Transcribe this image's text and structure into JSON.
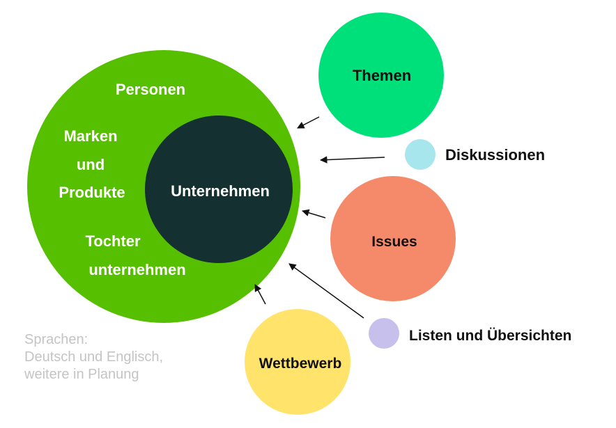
{
  "colors": {
    "outer_circle": "#56c000",
    "core_circle": "#143030",
    "themen": "#00e07a",
    "diskussionen": "#a6e6ec",
    "issues": "#f58a6a",
    "wettbewerb": "#ffe36a",
    "listen": "#c8c0ec",
    "arrow": "#111111",
    "light_text": "#ffffff",
    "dark_text": "#111111",
    "note_text": "#c4c4c4"
  },
  "outer": {
    "personen": "Personen",
    "marken": "Marken",
    "und": "und",
    "produkte": "Produkte",
    "tochter": "Tochter",
    "unternehmen_sub": "unternehmen"
  },
  "core": {
    "label": "Unternehmen"
  },
  "satellites": {
    "themen": "Themen",
    "diskussionen": "Diskussionen",
    "issues": "Issues",
    "wettbewerb": "Wettbewerb",
    "listen": "Listen und Übersichten"
  },
  "note": {
    "line1": "Sprachen:",
    "line2": "Deutsch und Englisch,",
    "line3": "weitere in Planung"
  }
}
